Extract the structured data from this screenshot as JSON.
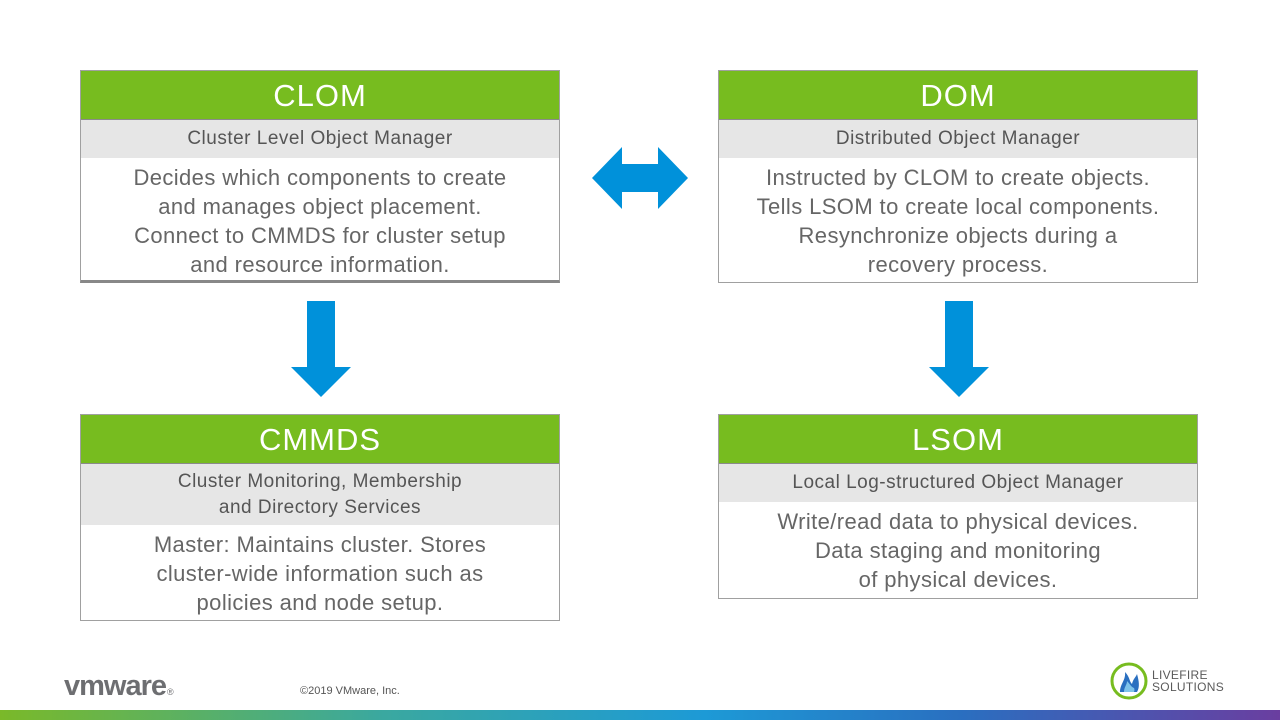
{
  "boxes": {
    "clom": {
      "title": "CLOM",
      "subtitle": "Cluster Level Object Manager",
      "body": "Decides which components to create\nand manages object placement.\nConnect to CMMDS for cluster setup\nand resource information."
    },
    "dom": {
      "title": "DOM",
      "subtitle": "Distributed Object Manager",
      "body": "Instructed by CLOM to create objects.\nTells LSOM to create local components.\nResynchronize objects during a\nrecovery process."
    },
    "cmmds": {
      "title": "CMMDS",
      "subtitle": "Cluster Monitoring, Membership\nand Directory Services",
      "body": "Master: Maintains cluster. Stores\ncluster-wide information such as\npolicies and node setup."
    },
    "lsom": {
      "title": "LSOM",
      "subtitle": "Local Log-structured Object Manager",
      "body": "Write/read data to physical devices.\nData staging and monitoring\nof physical devices."
    }
  },
  "colors": {
    "header_green": "#77bc1f",
    "subtitle_gray": "#e6e6e6",
    "arrow_blue": "#0091da"
  },
  "icons": {
    "bidirectional": "double-headed-arrow-icon",
    "down": "down-arrow-icon"
  },
  "footer": {
    "vmware_logo": "vmware",
    "copyright": "©2019 VMware, Inc.",
    "livefire_line1": "LIVEFIRE",
    "livefire_line2": "SOLUTIONS"
  }
}
